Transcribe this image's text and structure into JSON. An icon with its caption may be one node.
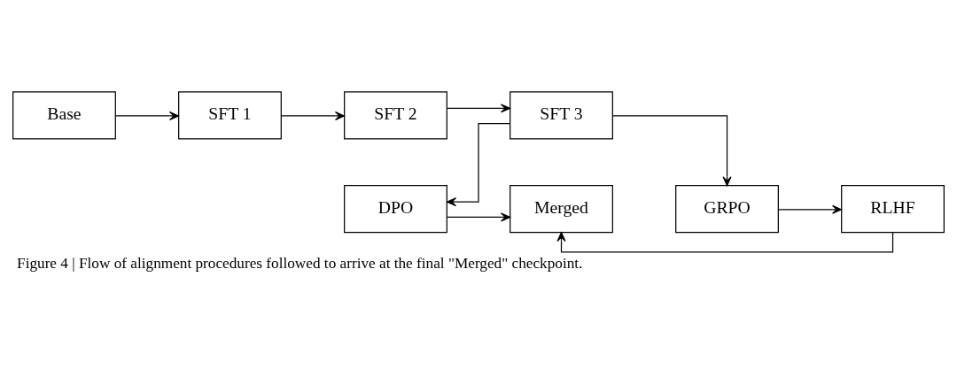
{
  "diagram": {
    "caption": "Figure 4 | Flow of alignment procedures followed to arrive at the final \"Merged\" checkpoint.",
    "nodes": [
      {
        "text": [
          "Base"
        ]
      },
      {
        "text": [
          "SFT 1"
        ]
      },
      {
        "text": [
          "SFT 2"
        ]
      },
      {
        "text": [
          "SFT 3"
        ]
      },
      {
        "text": [
          "Merged"
        ]
      },
      {
        "text": [
          "DPO"
        ]
      },
      {
        "text": [
          "RLHF"
        ]
      },
      {
        "text": [
          "GRPO"
        ]
      }
    ],
    "edges": [
      {
        "from": 0,
        "to": 1,
        "arrow": "to"
      },
      {
        "from": 1,
        "to": 2,
        "arrow": "to"
      },
      {
        "from": 2,
        "to": 3,
        "arrow": "to"
      },
      {
        "from": 3,
        "to": 5,
        "arrow": "to"
      },
      {
        "from": 5,
        "to": 4,
        "arrow": "to"
      },
      {
        "from": 3,
        "to": 7,
        "arrow": "to"
      },
      {
        "from": 7,
        "to": 6,
        "arrow": "to"
      },
      {
        "from": 6,
        "to": 4,
        "arrow": "to"
      }
    ]
  }
}
